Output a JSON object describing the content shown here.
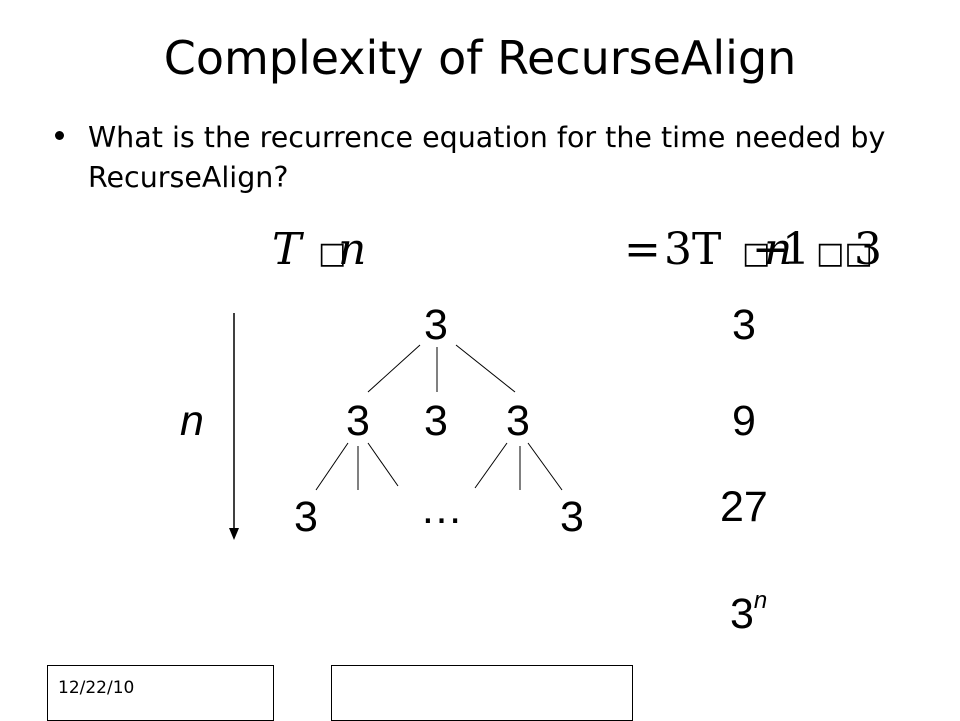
{
  "slide": {
    "title": "Complexity of RecurseAlign",
    "bullet": "What is the recurrence equation for the time needed by RecurseAlign?"
  },
  "equation": {
    "t": "T",
    "box1": "□",
    "n1": "n",
    "equals": "=",
    "three_t": "3T",
    "box2": "□",
    "n2": "n",
    "minus": "−",
    "one": "1",
    "box3": "□□",
    "three": "3"
  },
  "tree": {
    "depth_label": "n",
    "root": "3",
    "level1": [
      "3",
      "3",
      "3"
    ],
    "level2_left": "3",
    "ellipsis": "…",
    "level2_right": "3"
  },
  "totals": {
    "level0": "3",
    "level1": "9",
    "level2": "27",
    "last_base": "3",
    "last_exp": "n"
  },
  "footer": {
    "date": "12/22/10",
    "middle": ""
  }
}
